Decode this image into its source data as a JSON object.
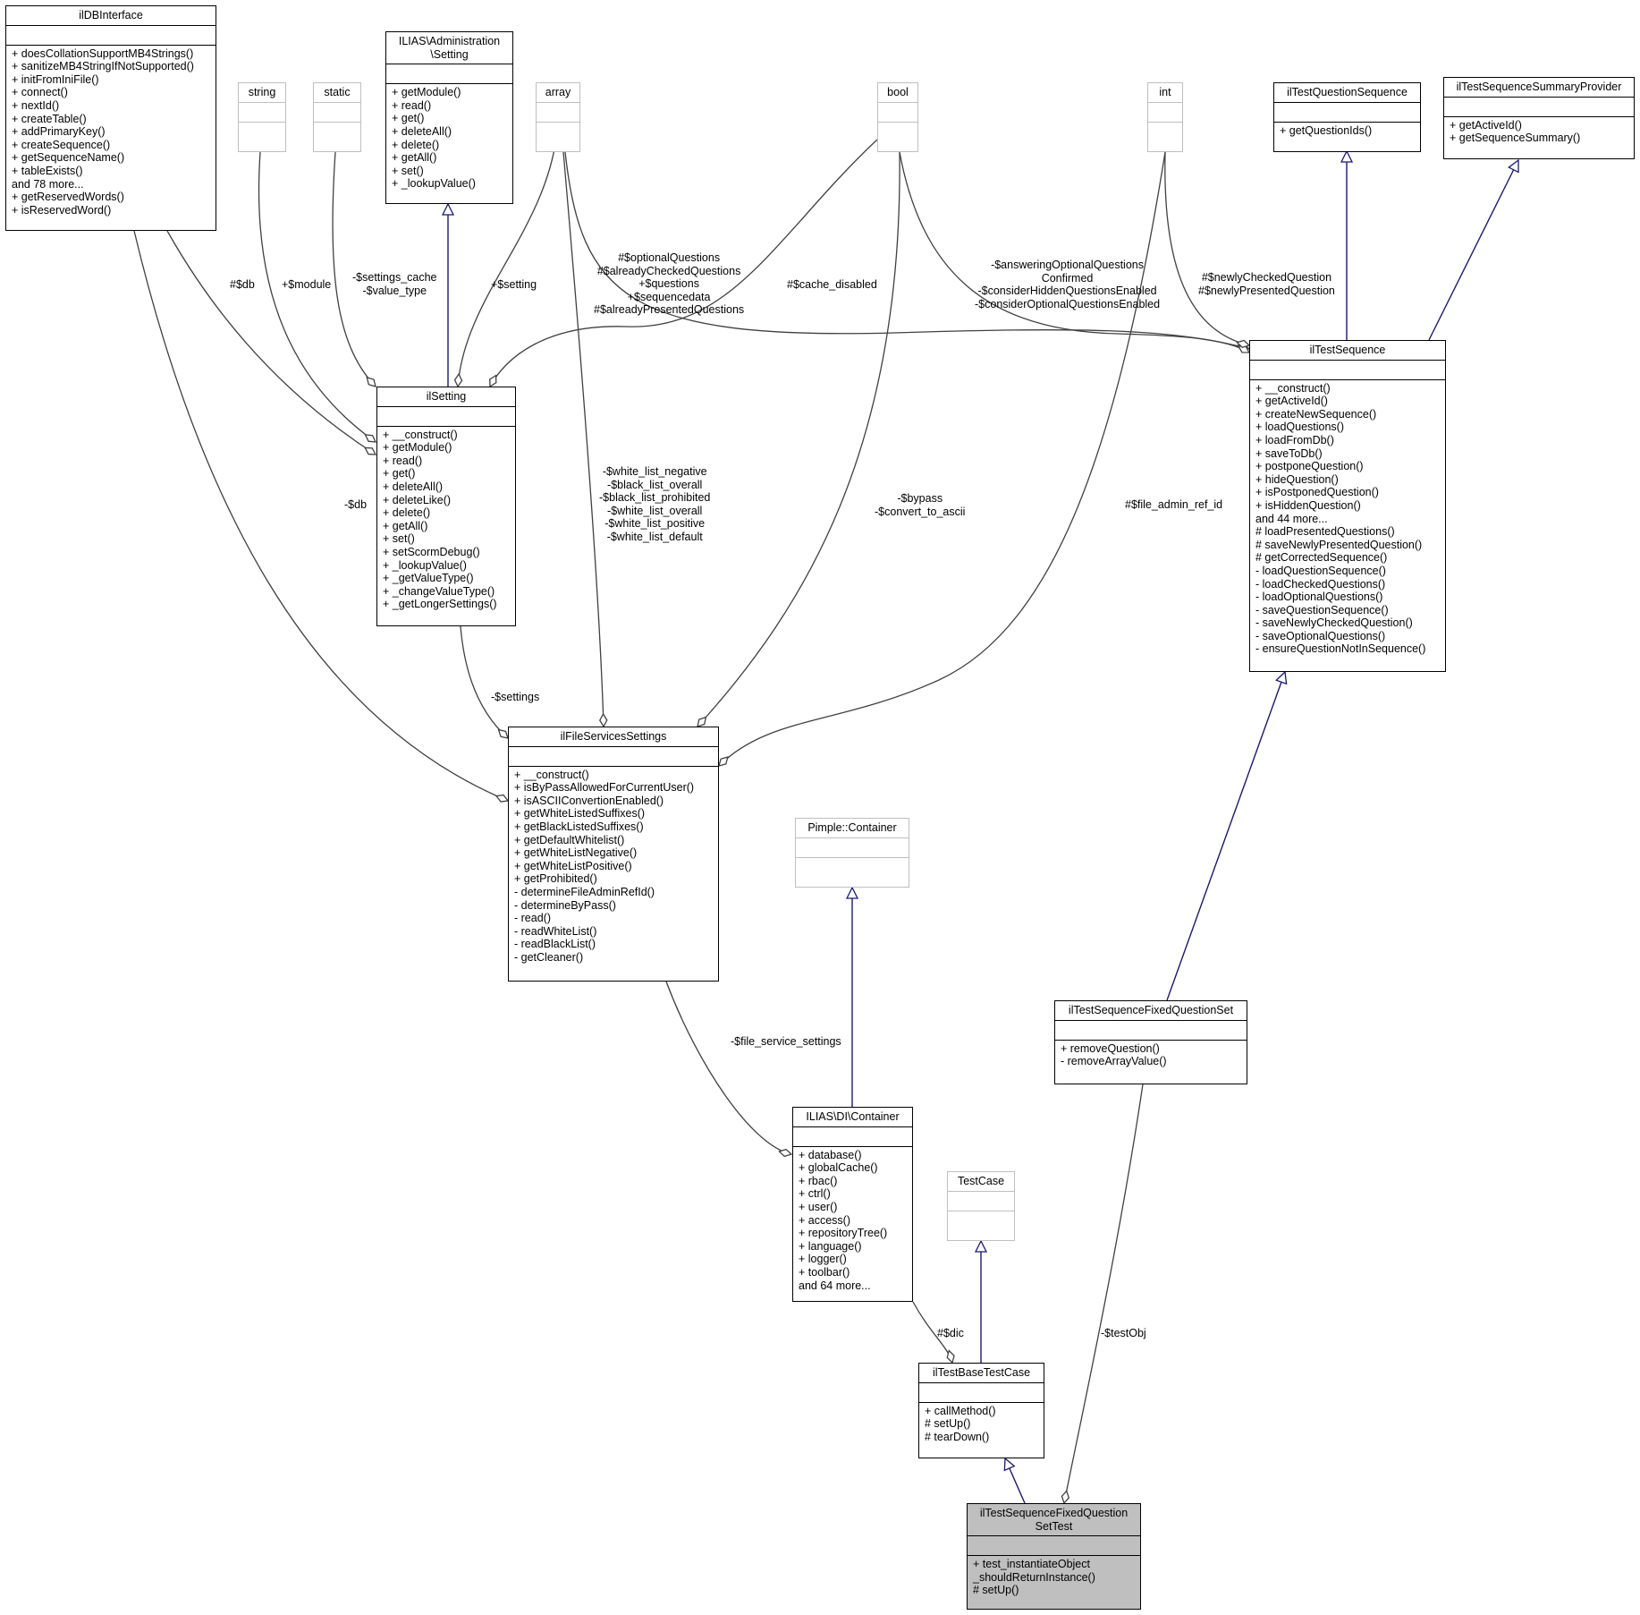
{
  "classes": {
    "ildbinterface": {
      "title": "ilDBInterface",
      "operations": [
        "+ doesCollationSupportMB4Strings()",
        "+ sanitizeMB4StringIfNotSupported()",
        "+ initFromIniFile()",
        "+ connect()",
        "+ nextId()",
        "+ createTable()",
        "+ addPrimaryKey()",
        "+ createSequence()",
        "+ getSequenceName()",
        "+ tableExists()",
        "and 78 more...",
        "+ getReservedWords()",
        "+ isReservedWord()"
      ]
    },
    "string": {
      "title": "string",
      "operations": []
    },
    "static": {
      "title": "static",
      "operations": []
    },
    "admin_setting": {
      "title": "ILIAS\\Administration\n\\Setting",
      "operations": [
        "+ getModule()",
        "+ read()",
        "+ get()",
        "+ deleteAll()",
        "+ delete()",
        "+ getAll()",
        "+ set()",
        "+ _lookupValue()"
      ]
    },
    "array": {
      "title": "array",
      "operations": []
    },
    "bool": {
      "title": "bool",
      "operations": []
    },
    "int": {
      "title": "int",
      "operations": []
    },
    "iltestquestionsequence": {
      "title": "ilTestQuestionSequence",
      "operations": [
        "+ getQuestionIds()"
      ]
    },
    "iltestsequencesummaryprovider": {
      "title": "ilTestSequenceSummaryProvider",
      "operations": [
        "+ getActiveId()",
        "+ getSequenceSummary()"
      ]
    },
    "ilsetting": {
      "title": "ilSetting",
      "operations": [
        "+ __construct()",
        "+ getModule()",
        "+ read()",
        "+ get()",
        "+ deleteAll()",
        "+ deleteLike()",
        "+ delete()",
        "+ getAll()",
        "+ set()",
        "+ setScormDebug()",
        "+ _lookupValue()",
        "+ _getValueType()",
        "+ _changeValueType()",
        "+ _getLongerSettings()"
      ]
    },
    "iltestsequence": {
      "title": "ilTestSequence",
      "operations": [
        "+ __construct()",
        "+ getActiveId()",
        "+ createNewSequence()",
        "+ loadQuestions()",
        "+ loadFromDb()",
        "+ saveToDb()",
        "+ postponeQuestion()",
        "+ hideQuestion()",
        "+ isPostponedQuestion()",
        "+ isHiddenQuestion()",
        "and 44 more...",
        "# loadPresentedQuestions()",
        "# saveNewlyPresentedQuestion()",
        "# getCorrectedSequence()",
        "- loadQuestionSequence()",
        "- loadCheckedQuestions()",
        "- loadOptionalQuestions()",
        "- saveQuestionSequence()",
        "- saveNewlyCheckedQuestion()",
        "- saveOptionalQuestions()",
        "- ensureQuestionNotInSequence()"
      ]
    },
    "ilfileservicessettings": {
      "title": "ilFileServicesSettings",
      "operations": [
        "+ __construct()",
        "+ isByPassAllowedForCurrentUser()",
        "+ isASCIIConvertionEnabled()",
        "+ getWhiteListedSuffixes()",
        "+ getBlackListedSuffixes()",
        "+ getDefaultWhitelist()",
        "+ getWhiteListNegative()",
        "+ getWhiteListPositive()",
        "+ getProhibited()",
        "- determineFileAdminRefId()",
        "- determineByPass()",
        "- read()",
        "- readWhiteList()",
        "- readBlackList()",
        "- getCleaner()"
      ]
    },
    "pimple_container": {
      "title": "Pimple::Container",
      "operations": []
    },
    "iltestsequencefixedquestionset": {
      "title": "ilTestSequenceFixedQuestionSet",
      "operations": [
        "+ removeQuestion()",
        "- removeArrayValue()"
      ]
    },
    "ilias_di_container": {
      "title": "ILIAS\\DI\\Container",
      "operations": [
        "+ database()",
        "+ globalCache()",
        "+ rbac()",
        "+ ctrl()",
        "+ user()",
        "+ access()",
        "+ repositoryTree()",
        "+ language()",
        "+ logger()",
        "+ toolbar()",
        "and 64 more..."
      ]
    },
    "testcase": {
      "title": "TestCase",
      "operations": []
    },
    "iltestbasetestcase": {
      "title": "ilTestBaseTestCase",
      "operations": [
        "+ callMethod()",
        "# setUp()",
        "# tearDown()"
      ]
    },
    "focus": {
      "title": "ilTestSequenceFixedQuestion\nSetTest",
      "operations": [
        "+ test_instantiateObject",
        "_shouldReturnInstance()",
        "# setUp()"
      ]
    }
  },
  "edge_labels": {
    "db_top": "#$db",
    "module": "+$module",
    "settings_cache": "-$settings_cache\n-$value_type",
    "setting": "+$setting",
    "seq_arrays": "#$optionalQuestions\n#$alreadyCheckedQuestions\n+$questions\n+$sequencedata\n#$alreadyPresentedQuestions",
    "cache_disabled": "#$cache_disabled",
    "seq_bools": "-$answeringOptionalQuestions\nConfirmed\n-$considerHiddenQuestionsEnabled\n-$considerOptionalQuestionsEnabled",
    "newly": "#$newlyCheckedQuestion\n#$newlyPresentedQuestion",
    "white_list": "-$white_list_negative\n-$black_list_overall\n-$black_list_prohibited\n-$white_list_overall\n-$white_list_positive\n-$white_list_default",
    "bypass": "-$bypass\n-$convert_to_ascii",
    "file_admin": "#$file_admin_ref_id",
    "db_left": "-$db",
    "settings": "-$settings",
    "file_service_settings": "-$file_service_settings",
    "dic": "#$dic",
    "testobj": "-$testObj"
  },
  "colors": {
    "inheritance": "#191970",
    "association": "#404040",
    "external_border": "#bfbfbf",
    "focus_fill": "#bfbfbf"
  }
}
